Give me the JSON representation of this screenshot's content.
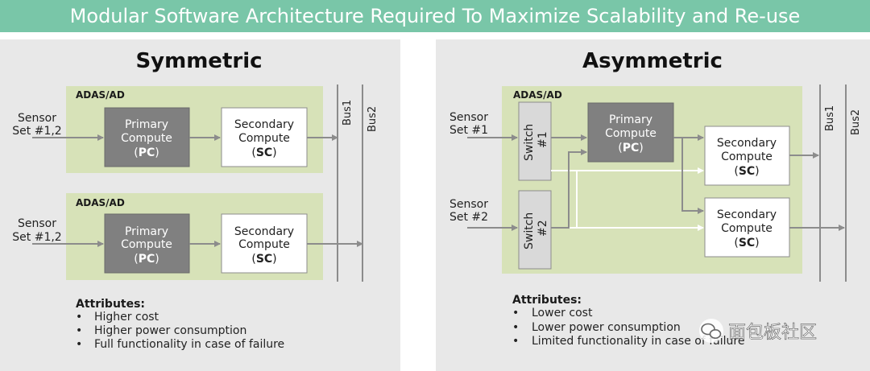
{
  "header": {
    "title": "Modular Software Architecture Required To Maximize Scalability and Re-use"
  },
  "symmetric": {
    "title": "Symmetric",
    "top": {
      "label": "ADAS/AD",
      "sensor_line1": "Sensor",
      "sensor_line2": "Set #1,2",
      "pc_line1": "Primary",
      "pc_line2": "Compute",
      "pc_abbr": "PC",
      "sc_line1": "Secondary",
      "sc_line2": "Compute",
      "sc_abbr": "SC"
    },
    "bottom": {
      "label": "ADAS/AD",
      "sensor_line1": "Sensor",
      "sensor_line2": "Set #1,2",
      "pc_line1": "Primary",
      "pc_line2": "Compute",
      "pc_abbr": "PC",
      "sc_line1": "Secondary",
      "sc_line2": "Compute",
      "sc_abbr": "SC"
    },
    "bus1": "Bus1",
    "bus2": "Bus2",
    "attributes_title": "Attributes:",
    "attributes": [
      "Higher cost",
      "Higher power consumption",
      "Full functionality in case of failure"
    ]
  },
  "asymmetric": {
    "title": "Asymmetric",
    "label": "ADAS/AD",
    "sensor1_line1": "Sensor",
    "sensor1_line2": "Set #1",
    "sensor2_line1": "Sensor",
    "sensor2_line2": "Set #2",
    "switch1": "Switch",
    "switch1_num": "#1",
    "switch2": "Switch",
    "switch2_num": "#2",
    "pc_line1": "Primary",
    "pc_line2": "Compute",
    "pc_abbr": "PC",
    "sc1_line1": "Secondary",
    "sc1_line2": "Compute",
    "sc1_abbr": "SC",
    "sc2_line1": "Secondary",
    "sc2_line2": "Compute",
    "sc2_abbr": "SC",
    "bus1": "Bus1",
    "bus2": "Bus2",
    "attributes_title": "Attributes:",
    "attributes": [
      "Lower cost",
      "Lower power consumption",
      "Limited functionality in case of failure"
    ]
  },
  "watermark": {
    "text": "面包板社区"
  },
  "colors": {
    "header_bg": "#79c6a8",
    "panel_bg": "#e8e8e8",
    "adas_bg": "#d7e2b8",
    "primary_bg": "#808080",
    "secondary_bg": "#ffffff",
    "switch_bg": "#d9d9d9"
  }
}
